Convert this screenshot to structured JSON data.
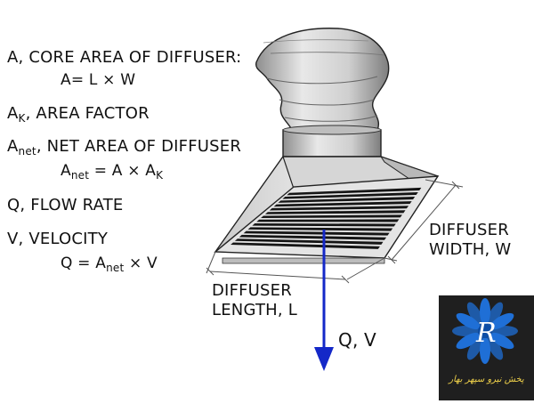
{
  "labels": {
    "core_area": "A, CORE AREA OF DIFFUSER:",
    "core_area_formula": {
      "lhs": "A",
      "rhs": "= L × W"
    },
    "area_factor": {
      "symbol": "A",
      "sub": "K",
      "text": ", AREA FACTOR"
    },
    "net_area": {
      "symbol": "A",
      "sub": "net",
      "text": ", NET AREA OF DIFFUSER"
    },
    "net_area_formula": {
      "lhs": "A",
      "lhs_sub": "net",
      "mid": " = A × A",
      "rhs_sub": "K"
    },
    "flow_rate": "Q, FLOW RATE",
    "velocity": "V, VELOCITY",
    "flow_formula": {
      "lhs": "Q = A",
      "sub": "net",
      "rhs": " × V"
    },
    "diffuser_width": [
      "DIFFUSER",
      "WIDTH, W"
    ],
    "diffuser_length": [
      "DIFFUSER",
      "LENGTH, L"
    ],
    "arrow_label": "Q, V"
  },
  "logo": {
    "script_text": "پخش نیرو سپهر بهار",
    "flower_color": "#1f6fd6",
    "letter_color": "#ffffff"
  },
  "colors": {
    "arrow": "#1428c8",
    "hood": "#c8c8c8",
    "slot": "#151515",
    "dimension": "#555555"
  }
}
